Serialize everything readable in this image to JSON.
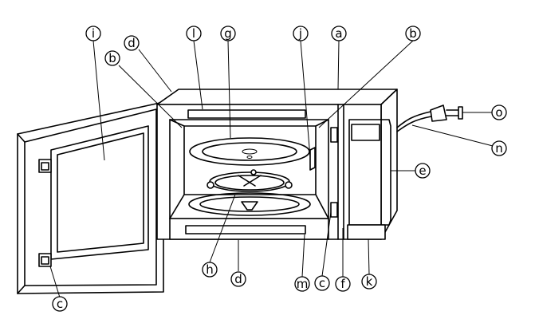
{
  "callouts": {
    "a": "a",
    "b_left": "b",
    "b_right": "b",
    "c_left": "c",
    "c_right": "c",
    "d_top": "d",
    "d_bottom": "d",
    "e": "e",
    "f": "f",
    "g": "g",
    "h": "h",
    "i": "i",
    "j": "j",
    "k": "k",
    "l": "l",
    "m": "m",
    "n": "n",
    "o": "o"
  }
}
